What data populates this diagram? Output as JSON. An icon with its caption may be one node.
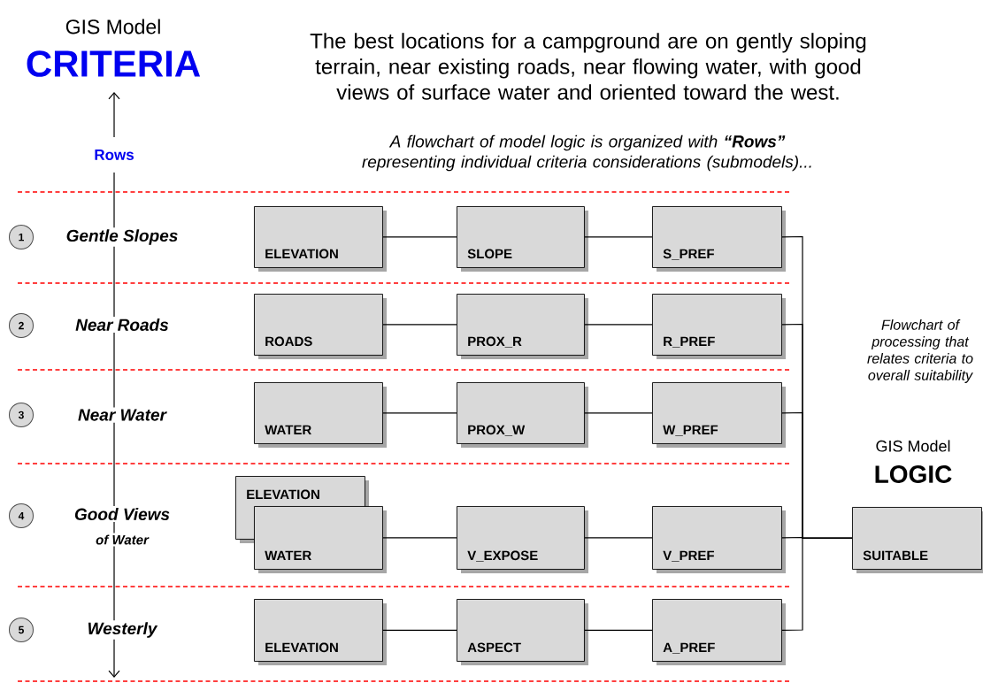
{
  "diagram": {
    "nodes": [
      {
        "text": [
          "1"
        ]
      },
      {
        "text": [
          "2"
        ]
      },
      {
        "text": [
          "3"
        ]
      },
      {
        "text": [
          "4"
        ]
      },
      {
        "text": [
          "5"
        ]
      },
      {
        "text": [
          "ELEVATION"
        ]
      },
      {
        "text": [
          "SLOPE"
        ]
      },
      {
        "text": [
          "S_PREF"
        ]
      },
      {
        "text": [
          "ROADS"
        ]
      },
      {
        "text": [
          "PROX_R"
        ]
      },
      {
        "text": [
          "R_PREF"
        ]
      },
      {
        "text": [
          "WATER"
        ]
      },
      {
        "text": [
          "PROX_W"
        ]
      },
      {
        "text": [
          "W_PREF"
        ]
      },
      {
        "text": [
          "ELEVATION"
        ]
      },
      {
        "text": [
          "WATER"
        ]
      },
      {
        "text": [
          "V_EXPOSE"
        ]
      },
      {
        "text": [
          "V_PREF"
        ]
      },
      {
        "text": [
          "ELEVATION"
        ]
      },
      {
        "text": [
          "ASPECT"
        ]
      },
      {
        "text": [
          "A_PREF"
        ]
      },
      {
        "text": [
          "SUITABLE"
        ]
      }
    ],
    "edges": [
      {
        "from": 5,
        "to": 6,
        "arrow": "none"
      },
      {
        "from": 6,
        "to": 7,
        "arrow": "none"
      },
      {
        "from": 7,
        "to": 21,
        "arrow": "none"
      },
      {
        "from": 8,
        "to": 9,
        "arrow": "none"
      },
      {
        "from": 9,
        "to": 10,
        "arrow": "none"
      },
      {
        "from": 10,
        "to": 21,
        "arrow": "none"
      },
      {
        "from": 11,
        "to": 12,
        "arrow": "none"
      },
      {
        "from": 12,
        "to": 13,
        "arrow": "none"
      },
      {
        "from": 13,
        "to": 21,
        "arrow": "none"
      },
      {
        "from": 15,
        "to": 16,
        "arrow": "none"
      },
      {
        "from": 16,
        "to": 17,
        "arrow": "none"
      },
      {
        "from": 17,
        "to": 21,
        "arrow": "none"
      },
      {
        "from": 18,
        "to": 19,
        "arrow": "none"
      },
      {
        "from": 19,
        "to": 20,
        "arrow": "none"
      },
      {
        "from": 20,
        "to": 21,
        "arrow": "none"
      }
    ],
    "labels": [
      "GIS Model",
      "CRITERIA",
      "The best locations for a campground are on gently sloping terrain, near existing roads, near flowing water, with good views of surface water and oriented toward the west.",
      "A flowchart of model logic is organized  with **“Rows”** representing individual criteria considerations (submodels)...",
      "Rows",
      "Gentle Slopes",
      "Near Roads",
      "Flowchart of processing that relates criteria to overall suitability",
      "Near Water",
      "GIS Model",
      "LOGIC",
      "Good Views",
      "of Water",
      "Westerly"
    ]
  }
}
